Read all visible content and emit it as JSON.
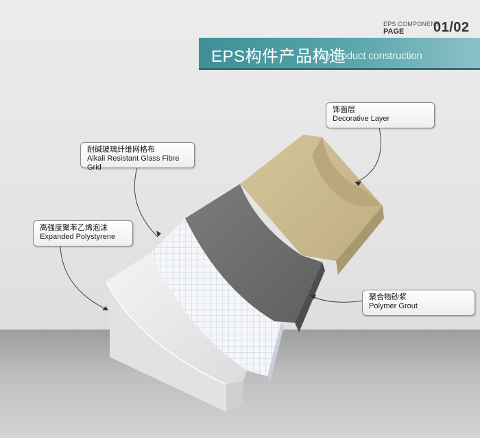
{
  "page": {
    "component_label": "EPS COMPONENT",
    "page_word": "PAGE",
    "page_number": "01/02"
  },
  "header": {
    "title_cn": "EPS构件产品构造",
    "title_en": "Product construction"
  },
  "callouts": [
    {
      "cn": "饰面层",
      "en": "Decorative Layer"
    },
    {
      "cn": "耐碱玻璃纤维网格布",
      "en": "Alkali Resistant Glass Fibre Grid"
    },
    {
      "cn": "高强度聚苯乙烯泡沫",
      "en": "Expanded Polystyrene"
    },
    {
      "cn": "聚合物砂浆",
      "en": "Polymer Grout"
    }
  ],
  "colors": {
    "accent": "#4a9aa2",
    "decorative": "#c9b88d",
    "grout": "#6f706d",
    "eps": "#e9e9e9"
  }
}
